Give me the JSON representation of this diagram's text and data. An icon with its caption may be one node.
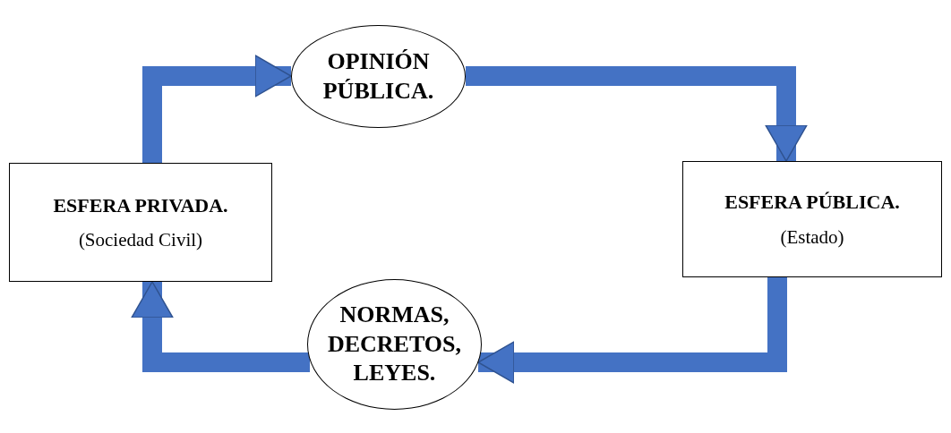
{
  "diagram": {
    "nodes": [
      {
        "text": [
          "OPINIÓN PÚBLICA."
        ]
      },
      {
        "text": [
          "ESFERA PÚBLICA.",
          "(Estado)"
        ]
      },
      {
        "text": [
          "NORMAS, DECRETOS, LEYES."
        ]
      },
      {
        "text": [
          "ESFERA PRIVADA.",
          "(Sociedad Civil)"
        ]
      }
    ],
    "edges": [
      {
        "from": 0,
        "to": 1,
        "arrow": "to"
      },
      {
        "from": 1,
        "to": 2,
        "arrow": "to"
      },
      {
        "from": 2,
        "to": 3,
        "arrow": "to"
      },
      {
        "from": 3,
        "to": 0,
        "arrow": "to"
      }
    ]
  }
}
